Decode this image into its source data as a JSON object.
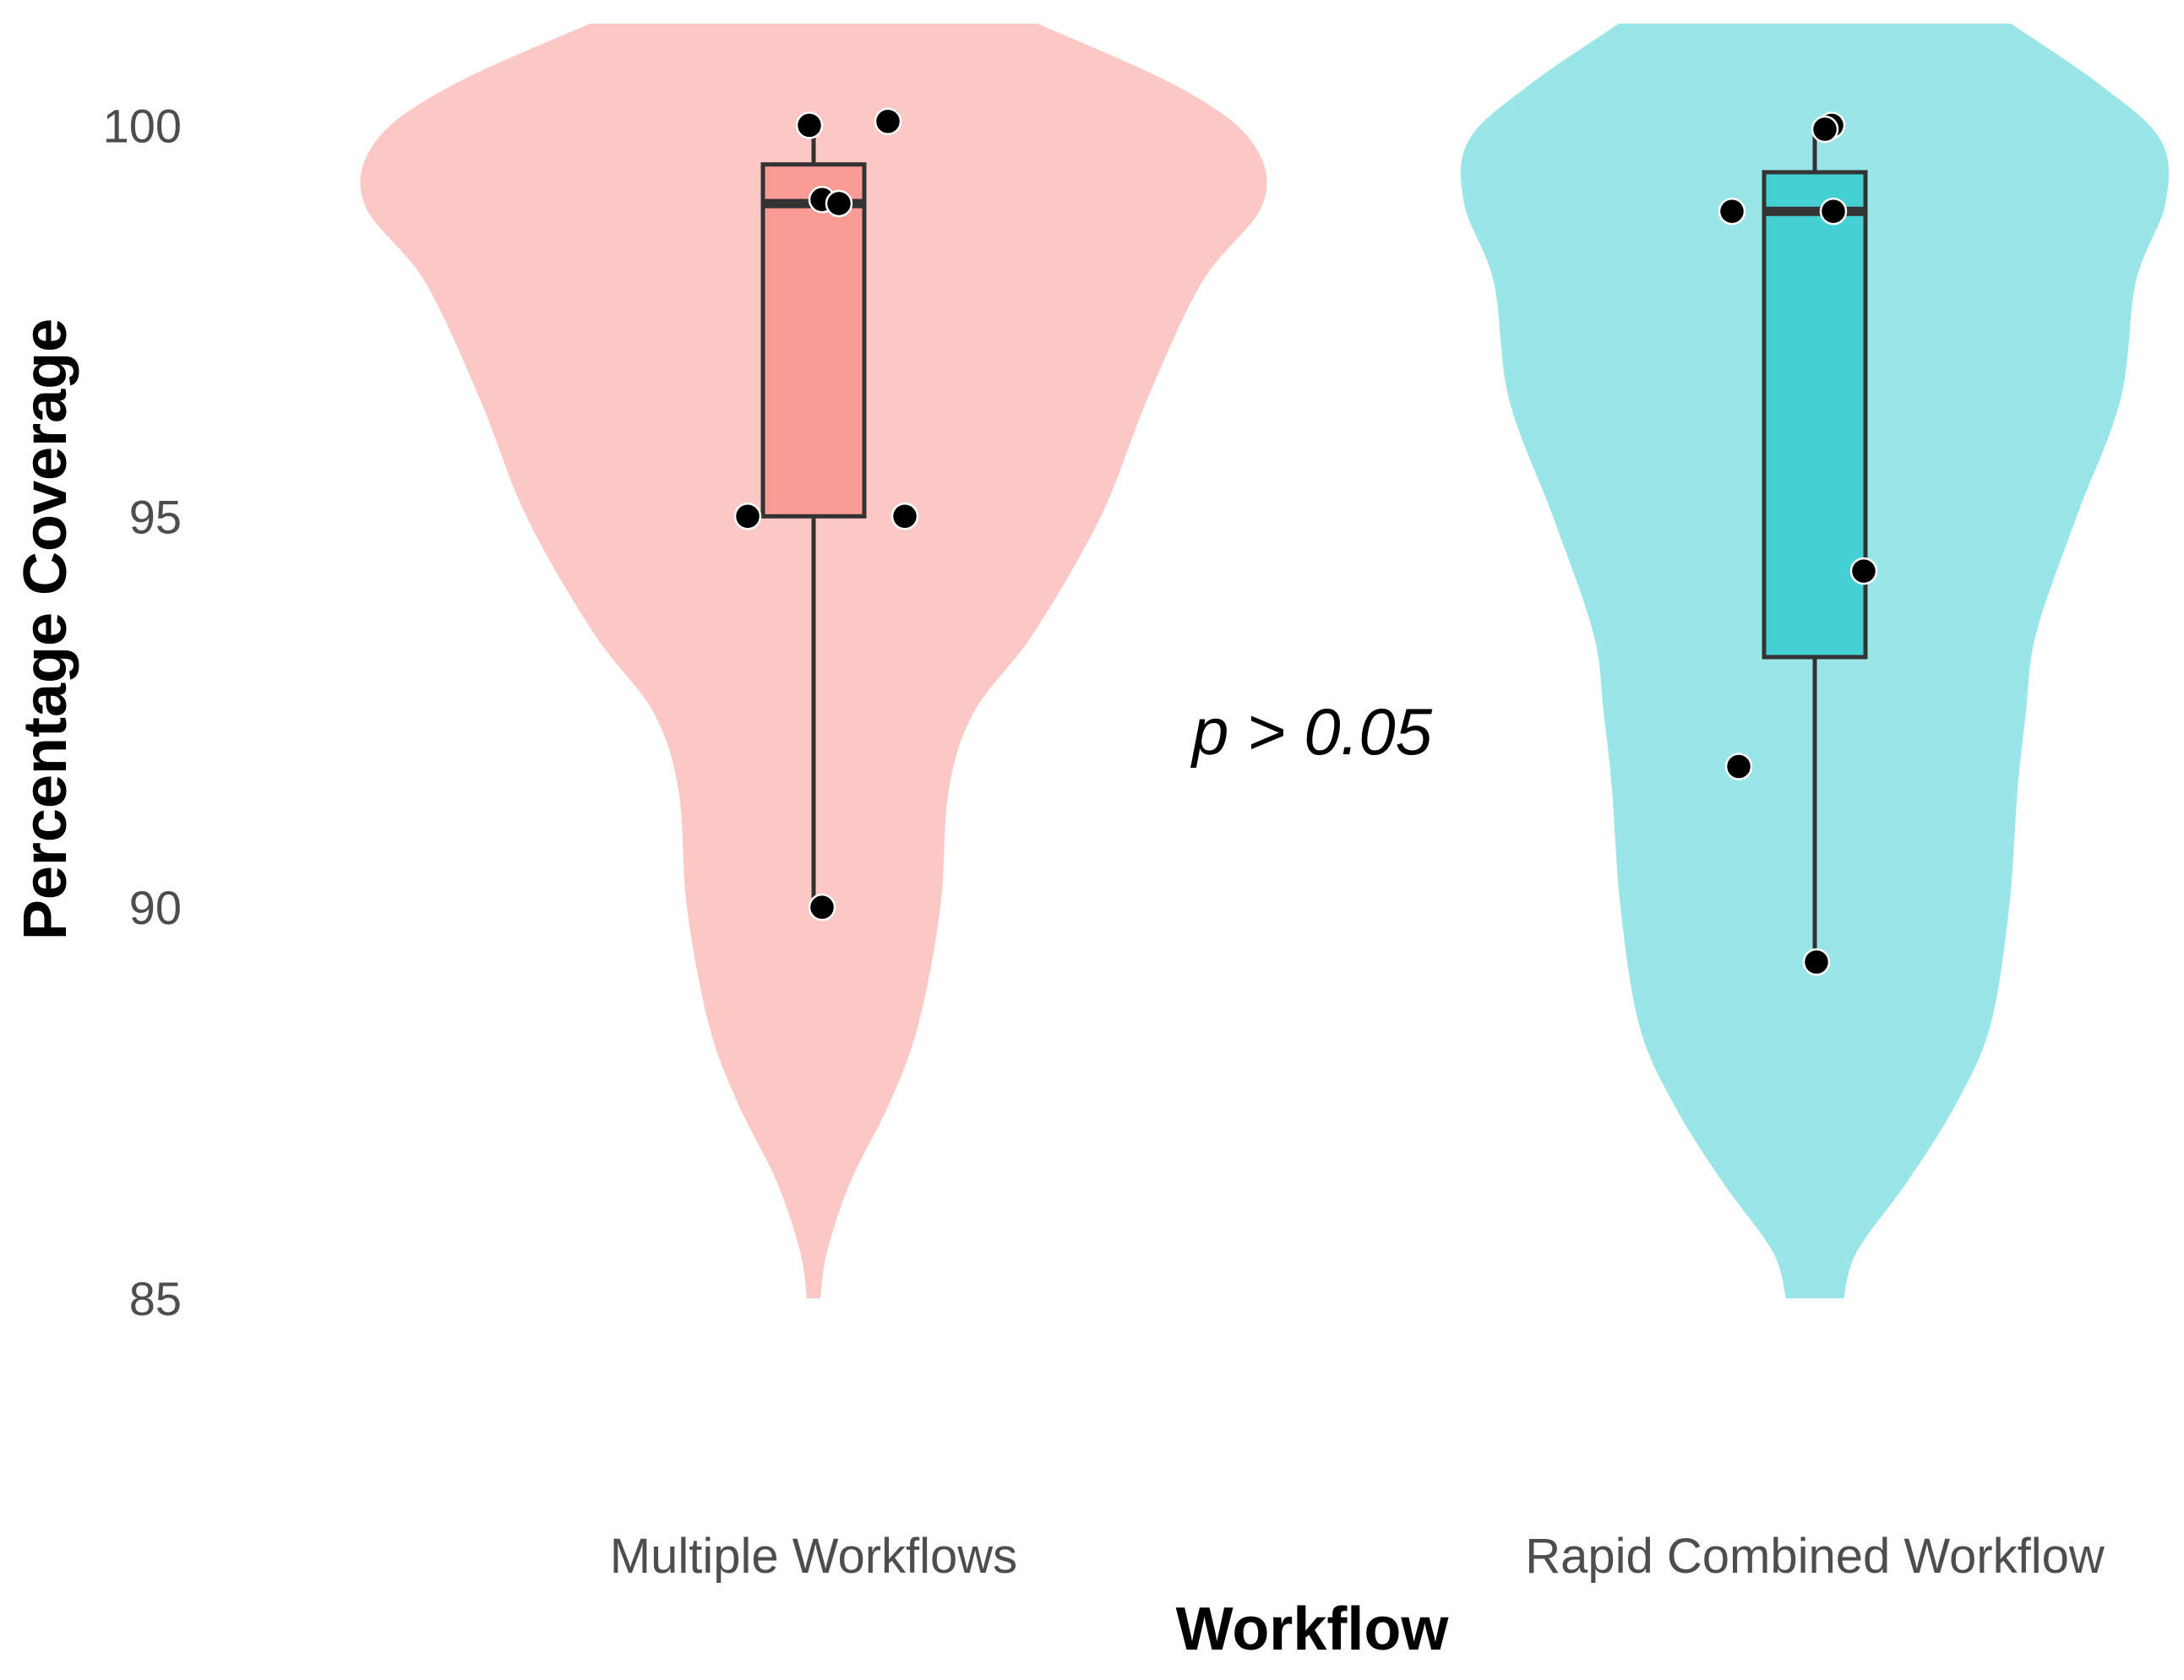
{
  "chart_data": {
    "type": "violin",
    "xlabel": "Workflow",
    "ylabel": "Percentage Coverage",
    "ylim": [
      83.1,
      101.3
    ],
    "yticks": [
      85,
      90,
      95,
      100
    ],
    "grid": false,
    "annotation": "p > 0.05",
    "groups": [
      {
        "name": "Multiple Workflows",
        "color": "#F8766D",
        "violin_range": [
          85,
          101.3
        ],
        "points": [
          100,
          100.05,
          99.05,
          99,
          95,
          95,
          90
        ],
        "box": {
          "whisker_low": 90,
          "q1": 95,
          "median": 99,
          "q3": 99.5,
          "whisker_high": 100
        }
      },
      {
        "name": "Rapid Combined Workflow",
        "color": "#00BFC4",
        "violin_range": [
          85,
          101.3
        ],
        "points": [
          100,
          99.95,
          98.9,
          98.9,
          94.3,
          91.8,
          89.3
        ],
        "box": {
          "whisker_low": 89.3,
          "q1": 93.2,
          "median": 98.9,
          "q3": 99.4,
          "whisker_high": 100
        }
      }
    ]
  }
}
